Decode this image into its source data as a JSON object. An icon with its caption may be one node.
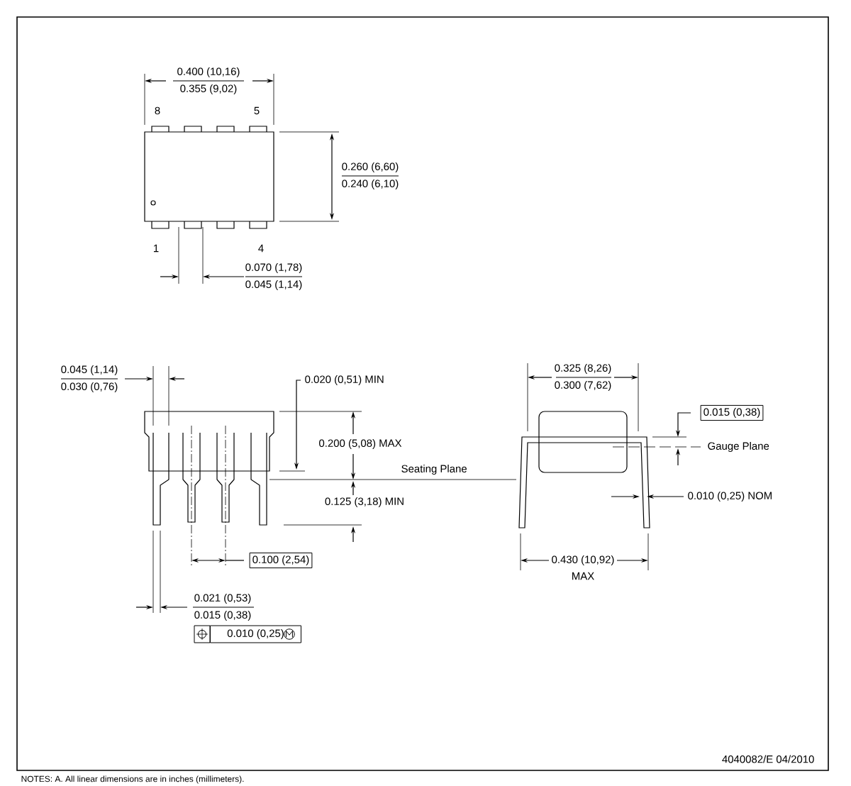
{
  "diagram": {
    "labels": [
      "0.400 (10,16)",
      "0.355 (9,02)",
      "8",
      "5",
      "0.260 (6,60)",
      "0.240 (6,10)",
      "1",
      "4",
      "0.070 (1,78)",
      "0.045 (1,14)",
      "0.045 (1,14)",
      "0.030 (0,76)",
      "0.020 (0,51) MIN",
      "0.325 (8,26)",
      "0.300 (7,62)",
      "0.015 (0,38)",
      "0.200 (5,08) MAX",
      "Gauge Plane",
      "Seating Plane",
      "0.125 (3,18) MIN",
      "0.010 (0,25) NOM",
      "0.100 (2,54)",
      "0.430 (10,92)",
      "MAX",
      "0.021 (0,53)",
      "0.015 (0,38)",
      "0.010 (0,25)",
      "4040082/E 04/2010",
      "NOTES: A. All linear dimensions are in inches (millimeters)."
    ]
  }
}
